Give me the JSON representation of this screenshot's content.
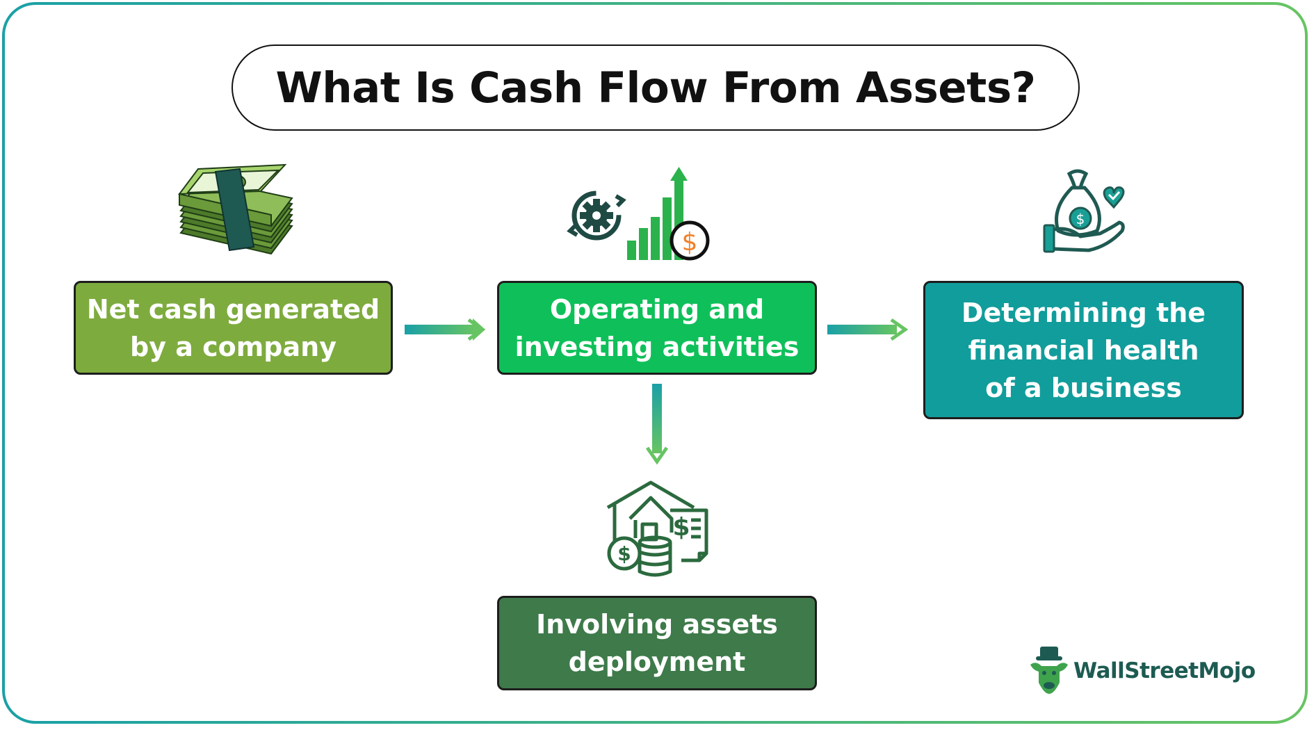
{
  "title": "What Is Cash Flow From Assets?",
  "boxes": {
    "net_cash": "Net cash generated\nby a company",
    "operating": "Operating and\ninvesting activities",
    "determining": "Determining the\nfinancial health\nof a business",
    "involving": "Involving assets\ndeployment"
  },
  "icons": {
    "net_cash": "money-stack-icon",
    "operating": "gear-growth-chart-icon",
    "determining": "money-bag-hand-icon",
    "involving": "house-coins-invoice-icon"
  },
  "logo": {
    "text": "WallStreetMojo"
  },
  "colors": {
    "box_net_cash": "#7eab3e",
    "box_operating": "#0fc05a",
    "box_determining": "#119d9b",
    "box_involving": "#3e7a4a",
    "arrow_start": "#1aa0a6",
    "arrow_end": "#67c462"
  }
}
